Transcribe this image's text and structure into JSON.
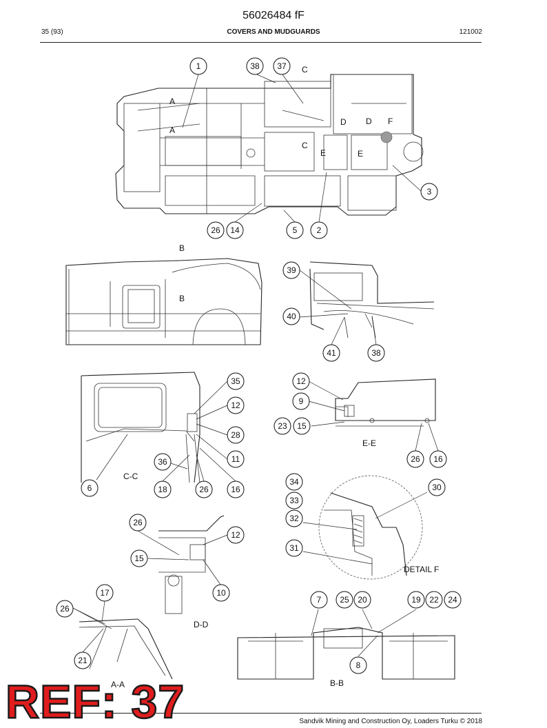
{
  "header": {
    "doc_number": "56026484 fF",
    "page": "35 (93)",
    "section_title": "COVERS AND MUDGUARDS",
    "date_code": "121002"
  },
  "footer": {
    "copyright": "Sandvik Mining and Construction Oy, Loaders Turku © 2018"
  },
  "ref_stamp": "REF: 37",
  "view_labels": {
    "cc": "C-C",
    "ee": "E-E",
    "dd": "D-D",
    "detail_f": "DETAIL F",
    "aa": "A-A",
    "bb": "B-B"
  },
  "section_markers": {
    "a": "A",
    "b": "B",
    "c": "C",
    "d": "D",
    "e": "E",
    "f": "F"
  },
  "callouts": {
    "c1": "1",
    "c38a": "38",
    "c37": "37",
    "c3": "3",
    "c26a": "26",
    "c14": "14",
    "c5": "5",
    "c2": "2",
    "c39": "39",
    "c40": "40",
    "c41": "41",
    "c38b": "38",
    "c35": "35",
    "c12a": "12",
    "c28": "28",
    "c11": "11",
    "c36": "36",
    "c6": "6",
    "c18": "18",
    "c26b": "26",
    "c16a": "16",
    "c12b": "12",
    "c9": "9",
    "c23": "23",
    "c15a": "15",
    "c26c": "26",
    "c16b": "16",
    "c34": "34",
    "c33": "33",
    "c32": "32",
    "c30": "30",
    "c31": "31",
    "c26d": "26",
    "c12c": "12",
    "c15b": "15",
    "c10": "10",
    "c17": "17",
    "c26e": "26",
    "c21": "21",
    "c7": "7",
    "c25": "25",
    "c20": "20",
    "c19": "19",
    "c22": "22",
    "c24": "24",
    "c8": "8"
  }
}
